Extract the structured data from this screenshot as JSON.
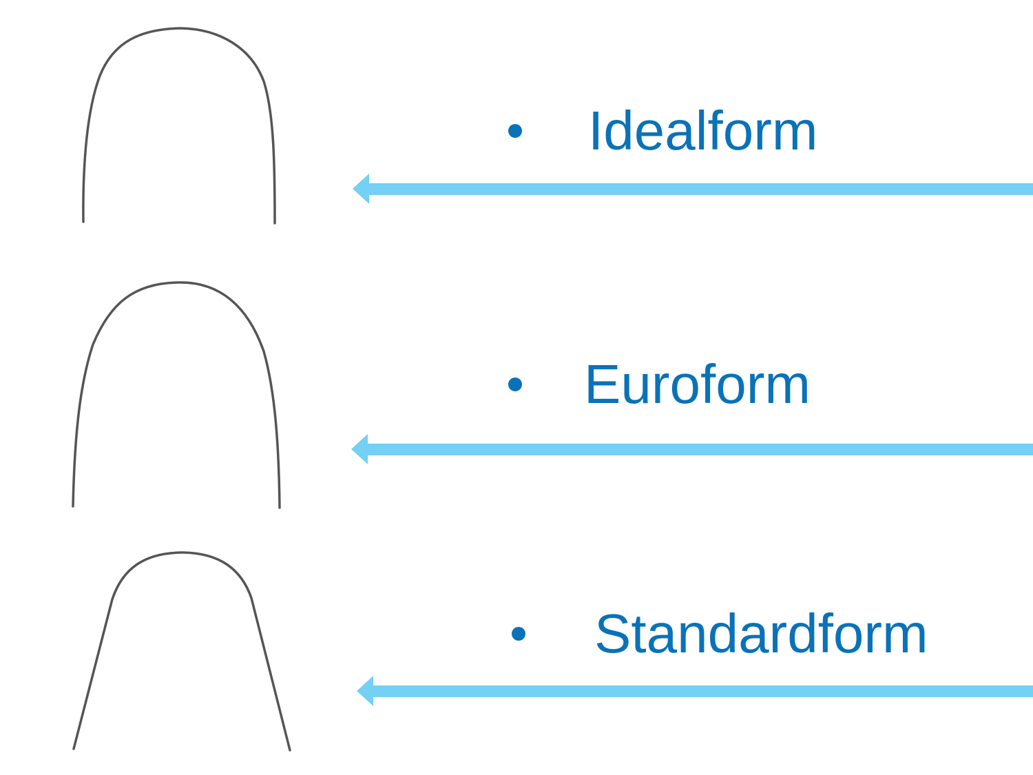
{
  "colors": {
    "label_text": "#0a72b8",
    "arrow": "#74d0f4",
    "wire": "#555555"
  },
  "items": [
    {
      "label": "Idealform",
      "wire_icon": "arch-wire-ideal-icon",
      "arrow_icon": "left-arrow-icon"
    },
    {
      "label": "Euroform",
      "wire_icon": "arch-wire-euro-icon",
      "arrow_icon": "left-arrow-icon"
    },
    {
      "label": "Standardform",
      "wire_icon": "arch-wire-standard-icon",
      "arrow_icon": "left-arrow-icon"
    }
  ]
}
